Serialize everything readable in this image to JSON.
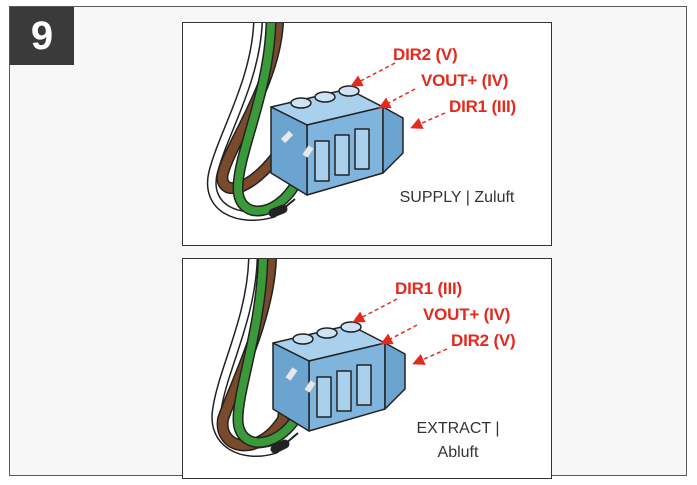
{
  "figure": {
    "step_number": "9",
    "colors": {
      "label_red": "#e22a1e",
      "connector_blue": "#7fb5dc",
      "wire_brown": "#7a4a2c",
      "wire_green": "#3a9a3a",
      "wire_white": "#ffffff",
      "frame_dark": "#3a3a3a"
    },
    "top_panel": {
      "labels": [
        "DIR2 (V)",
        "VOUT+ (IV)",
        "DIR1 (III)"
      ],
      "caption": "SUPPLY | Zuluft"
    },
    "bottom_panel": {
      "labels": [
        "DIR1 (III)",
        "VOUT+ (IV)",
        "DIR2 (V)"
      ],
      "caption_line1": "EXTRACT |",
      "caption_line2": "Abluft"
    }
  }
}
